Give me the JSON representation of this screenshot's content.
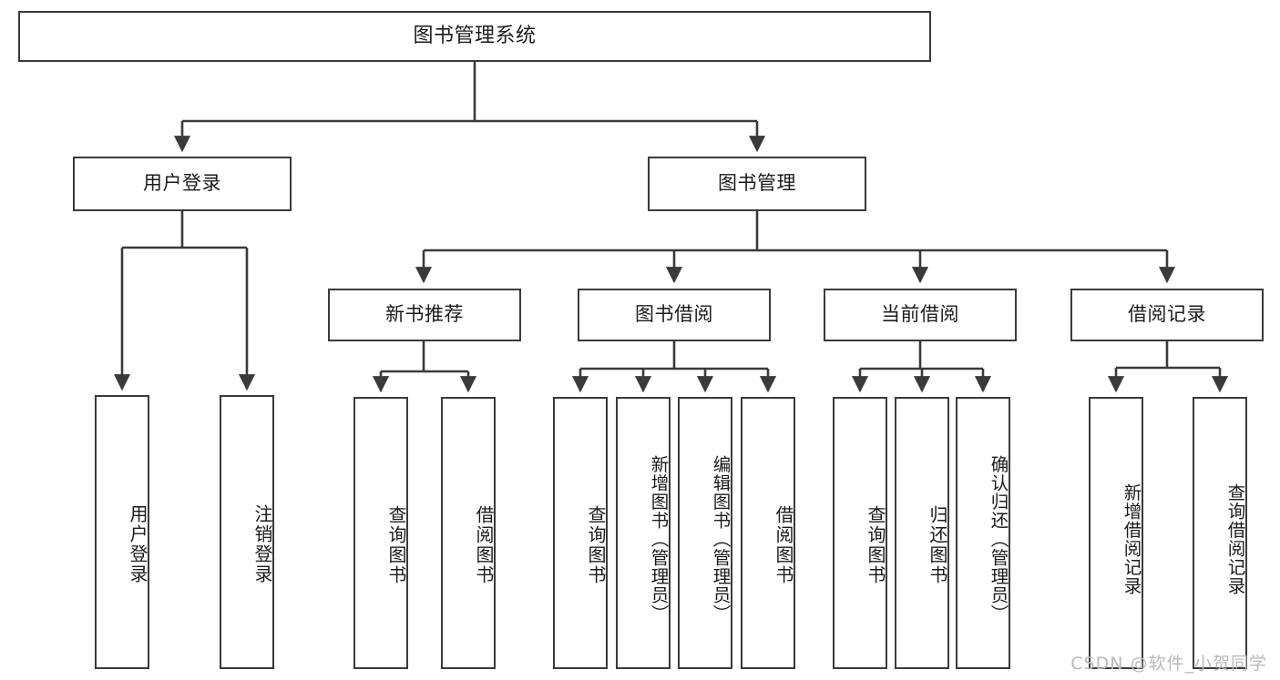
{
  "diagram": {
    "type": "tree-hierarchy-flowchart",
    "title": "图书管理系统",
    "watermark": "CSDN @软件_小贺同学",
    "colors": {
      "box_border": "#3a3a3a",
      "box_fill": "#ffffff",
      "connector": "#3a3a3a",
      "text": "#1b1b1b",
      "watermark": "#b9b9b9",
      "background": "#ffffff"
    },
    "levels": {
      "root": {
        "label": "图书管理系统"
      },
      "level2": [
        {
          "id": "user-login",
          "label": "用户登录"
        },
        {
          "id": "book-manage",
          "label": "图书管理"
        }
      ],
      "level3": [
        {
          "id": "new-book-recommend",
          "label": "新书推荐",
          "parent": "book-manage"
        },
        {
          "id": "book-borrow",
          "label": "图书借阅",
          "parent": "book-manage"
        },
        {
          "id": "current-borrow",
          "label": "当前借阅",
          "parent": "book-manage"
        },
        {
          "id": "borrow-record",
          "label": "借阅记录",
          "parent": "book-manage"
        }
      ],
      "leaves": {
        "user-login": [
          {
            "id": "leaf-user-login",
            "label": "用户登录"
          },
          {
            "id": "leaf-logout-login",
            "label": "注销登录"
          }
        ],
        "new-book-recommend": [
          {
            "id": "leaf-query-book-1",
            "label": "查询图书"
          },
          {
            "id": "leaf-borrow-book-1",
            "label": "借阅图书"
          }
        ],
        "book-borrow": [
          {
            "id": "leaf-query-book-2",
            "label": "查询图书"
          },
          {
            "id": "leaf-add-book",
            "label": "新增图书（管理员）"
          },
          {
            "id": "leaf-edit-book",
            "label": "编辑图书（管理员）"
          },
          {
            "id": "leaf-borrow-book-2",
            "label": "借阅图书"
          }
        ],
        "current-borrow": [
          {
            "id": "leaf-query-book-3",
            "label": "查询图书"
          },
          {
            "id": "leaf-return-book",
            "label": "归还图书"
          },
          {
            "id": "leaf-confirm-return",
            "label": "确认归还（管理员）"
          }
        ],
        "borrow-record": [
          {
            "id": "leaf-add-record",
            "label": "新增借阅记录"
          },
          {
            "id": "leaf-query-record",
            "label": "查询借阅记录"
          }
        ]
      }
    }
  }
}
